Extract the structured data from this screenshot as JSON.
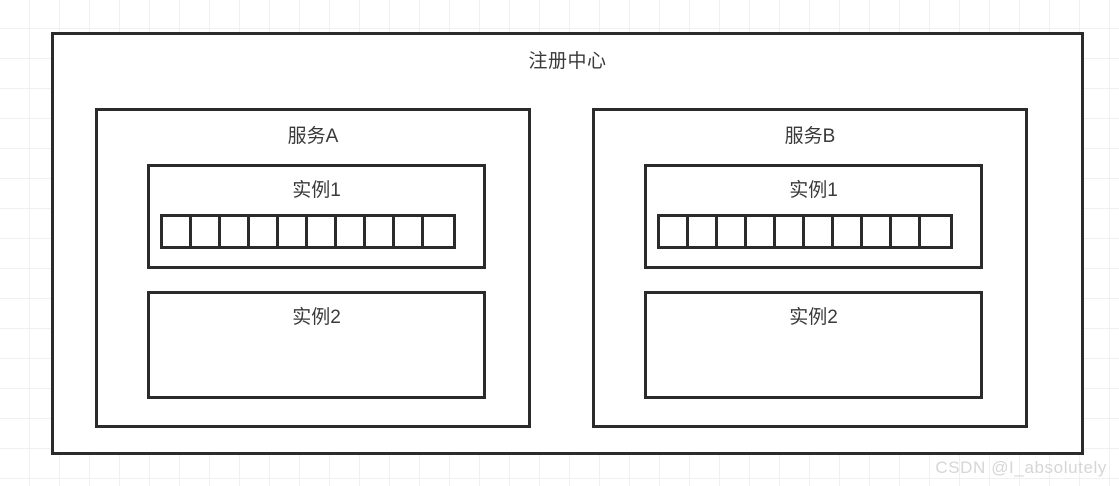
{
  "diagram": {
    "registry": {
      "title": "注册中心",
      "services": [
        {
          "name": "服务A",
          "instances": [
            {
              "label": "实例1",
              "has_slots": true,
              "slot_count": 10
            },
            {
              "label": "实例2",
              "has_slots": false,
              "slot_count": 0
            }
          ]
        },
        {
          "name": "服务B",
          "instances": [
            {
              "label": "实例1",
              "has_slots": true,
              "slot_count": 10
            },
            {
              "label": "实例2",
              "has_slots": false,
              "slot_count": 0
            }
          ]
        }
      ]
    }
  },
  "watermark": {
    "text": "CSDN @I_absolutely"
  },
  "colors": {
    "border": "#2b2b2b",
    "text": "#3a3a3a",
    "grid": "#f0f0f0",
    "background": "#ffffff",
    "watermark": "#d6d6d6"
  }
}
